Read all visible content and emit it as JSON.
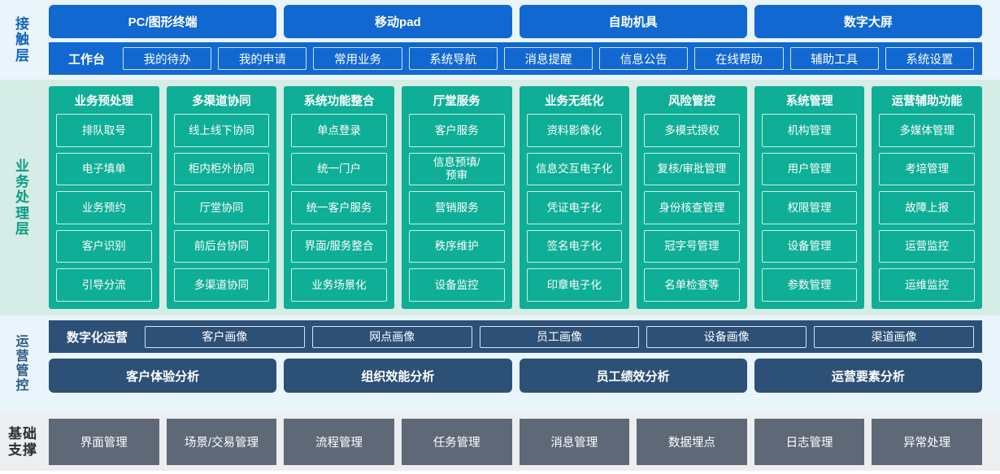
{
  "colors": {
    "touch_bg": "#eaf4fb",
    "touch_blue": "#1068d0",
    "biz_bg": "#d6ece6",
    "biz_teal": "#0fae96",
    "ops_bg": "#eaf4fb",
    "ops_navy": "#2d5077",
    "base_bg": "#eceef0",
    "base_gray": "#5e6877"
  },
  "touch_layer": {
    "label": "接触层",
    "channels": [
      "PC/图形终端",
      "移动pad",
      "自助机具",
      "数字大屏"
    ],
    "workbench_title": "工作台",
    "workbench_items": [
      "我的待办",
      "我的申请",
      "常用业务",
      "系统导航",
      "消息提醒",
      "信息公告",
      "在线帮助",
      "辅助工具",
      "系统设置"
    ]
  },
  "business_layer": {
    "label": "业务处理层",
    "columns": [
      {
        "title": "业务预处理",
        "items": [
          "排队取号",
          "电子填单",
          "业务预约",
          "客户识别",
          "引导分流"
        ]
      },
      {
        "title": "多渠道协同",
        "items": [
          "线上线下协同",
          "柜内柜外协同",
          "厅堂协同",
          "前后台协同",
          "多渠道协同"
        ]
      },
      {
        "title": "系统功能整合",
        "items": [
          "单点登录",
          "统一门户",
          "统一客户服务",
          "界面/服务整合",
          "业务场景化"
        ]
      },
      {
        "title": "厅堂服务",
        "items": [
          "客户服务",
          "信息预填/\n预审",
          "营销服务",
          "秩序维护",
          "设备监控"
        ]
      },
      {
        "title": "业务无纸化",
        "items": [
          "资料影像化",
          "信息交互电子化",
          "凭证电子化",
          "签名电子化",
          "印章电子化"
        ]
      },
      {
        "title": "风险管控",
        "items": [
          "多模式授权",
          "复核/审批管理",
          "身份核查管理",
          "冠字号管理",
          "名单检查等"
        ]
      },
      {
        "title": "系统管理",
        "items": [
          "机构管理",
          "用户管理",
          "权限管理",
          "设备管理",
          "参数管理"
        ]
      },
      {
        "title": "运营辅助功能",
        "items": [
          "多媒体管理",
          "考培管理",
          "故障上报",
          "运营监控",
          "运维监控"
        ]
      }
    ]
  },
  "operations_layer": {
    "label": "运营管控",
    "digital_title": "数字化运营",
    "portrait_items": [
      "客户画像",
      "网点画像",
      "员工画像",
      "设备画像",
      "渠道画像"
    ],
    "analysis_items": [
      "客户体验分析",
      "组织效能分析",
      "员工绩效分析",
      "运营要素分析"
    ]
  },
  "base_layer": {
    "label": "基础支撑",
    "items": [
      "界面管理",
      "场景/交易管理",
      "流程管理",
      "任务管理",
      "消息管理",
      "数据埋点",
      "日志管理",
      "异常处理"
    ]
  }
}
